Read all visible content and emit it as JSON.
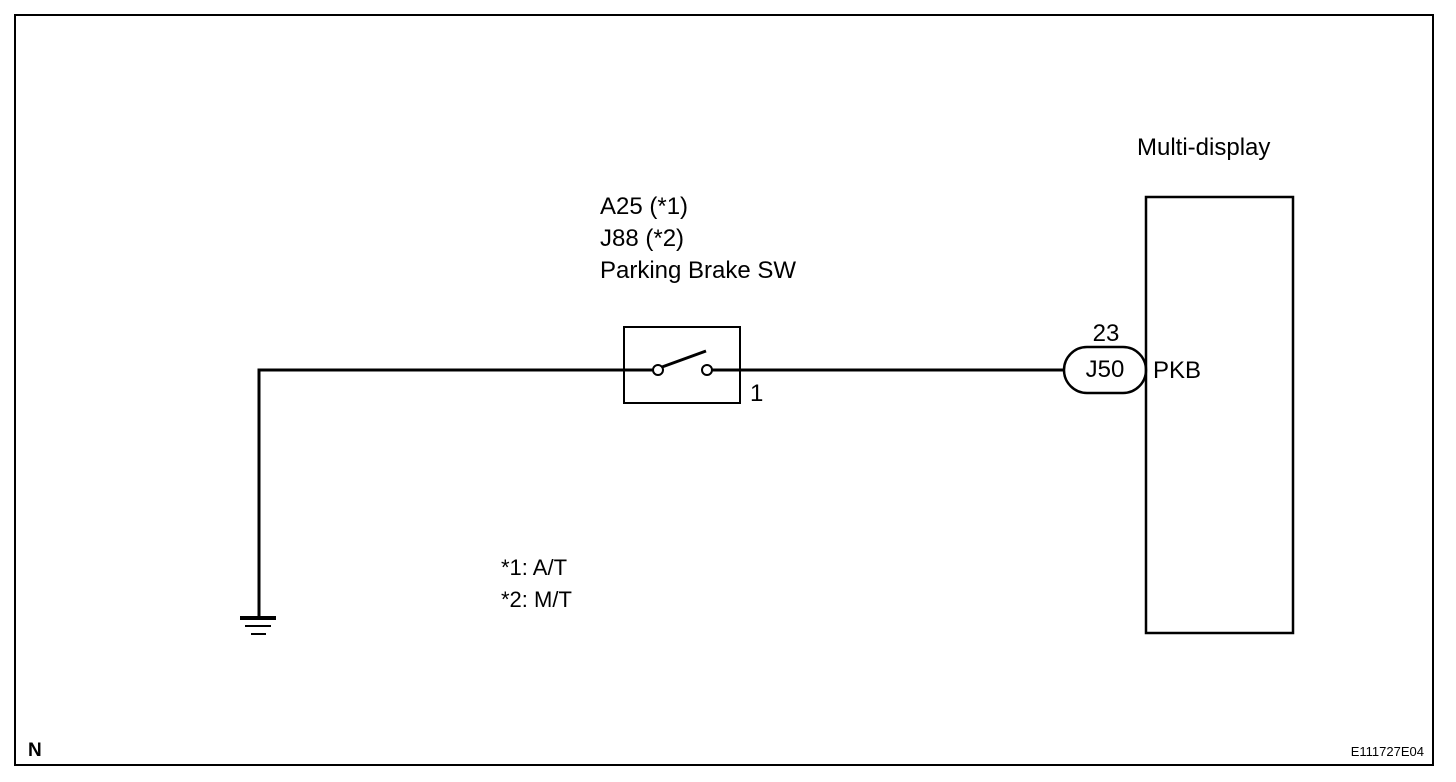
{
  "switch": {
    "code_at": "A25 (*1)",
    "code_mt": "J88 (*2)",
    "name": "Parking Brake SW",
    "pin": "1"
  },
  "multi_display": {
    "title": "Multi-display",
    "connector": "J50",
    "pin": "23",
    "terminal": "PKB"
  },
  "notes": [
    "*1: A/T",
    "*2: M/T"
  ],
  "corner_label": "N",
  "figure_id": "E111727E04"
}
